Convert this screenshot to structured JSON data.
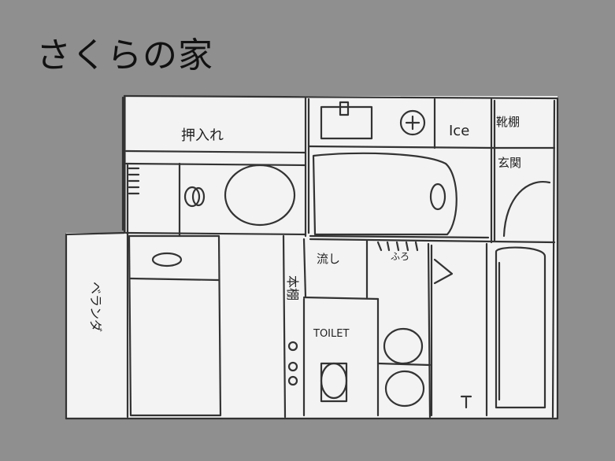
{
  "title": "さくらの家",
  "rooms": {
    "closet": "押入れ",
    "ice": "Ice",
    "shoe_shelf": "靴棚",
    "entrance": "玄関",
    "veranda": "ベランダ",
    "sink": "流し",
    "bookshelf": "本棚",
    "bath": "ふろ",
    "toilet": "TOILET"
  }
}
